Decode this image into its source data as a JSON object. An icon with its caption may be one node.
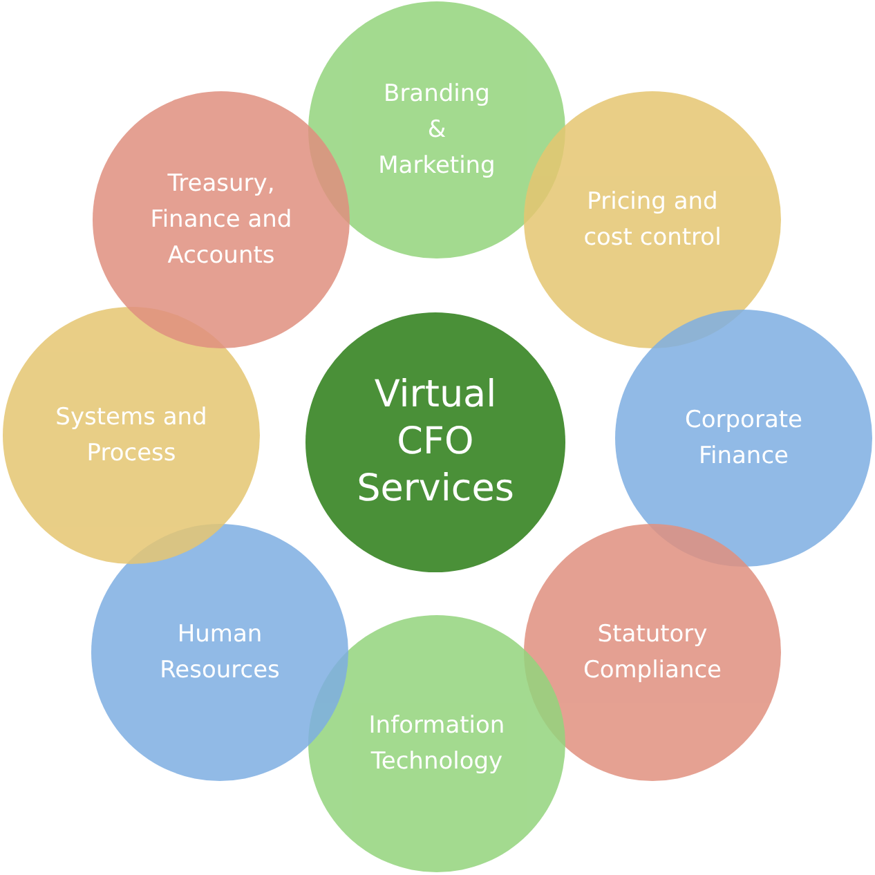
{
  "diagram": {
    "nodes": [
      {
        "text": [
          "Virtual CFO Services"
        ]
      },
      {
        "text": [
          "Branding & Marketing"
        ]
      },
      {
        "text": [
          "Pricing and cost control"
        ]
      },
      {
        "text": [
          "Corporate Finance"
        ]
      },
      {
        "text": [
          "Statutory Compliance"
        ]
      },
      {
        "text": [
          "Information Technology"
        ]
      },
      {
        "text": [
          "Human Resources"
        ]
      },
      {
        "text": [
          "Systems and Process"
        ]
      },
      {
        "text": [
          "Treasury, Finance and Accounts"
        ]
      }
    ]
  }
}
